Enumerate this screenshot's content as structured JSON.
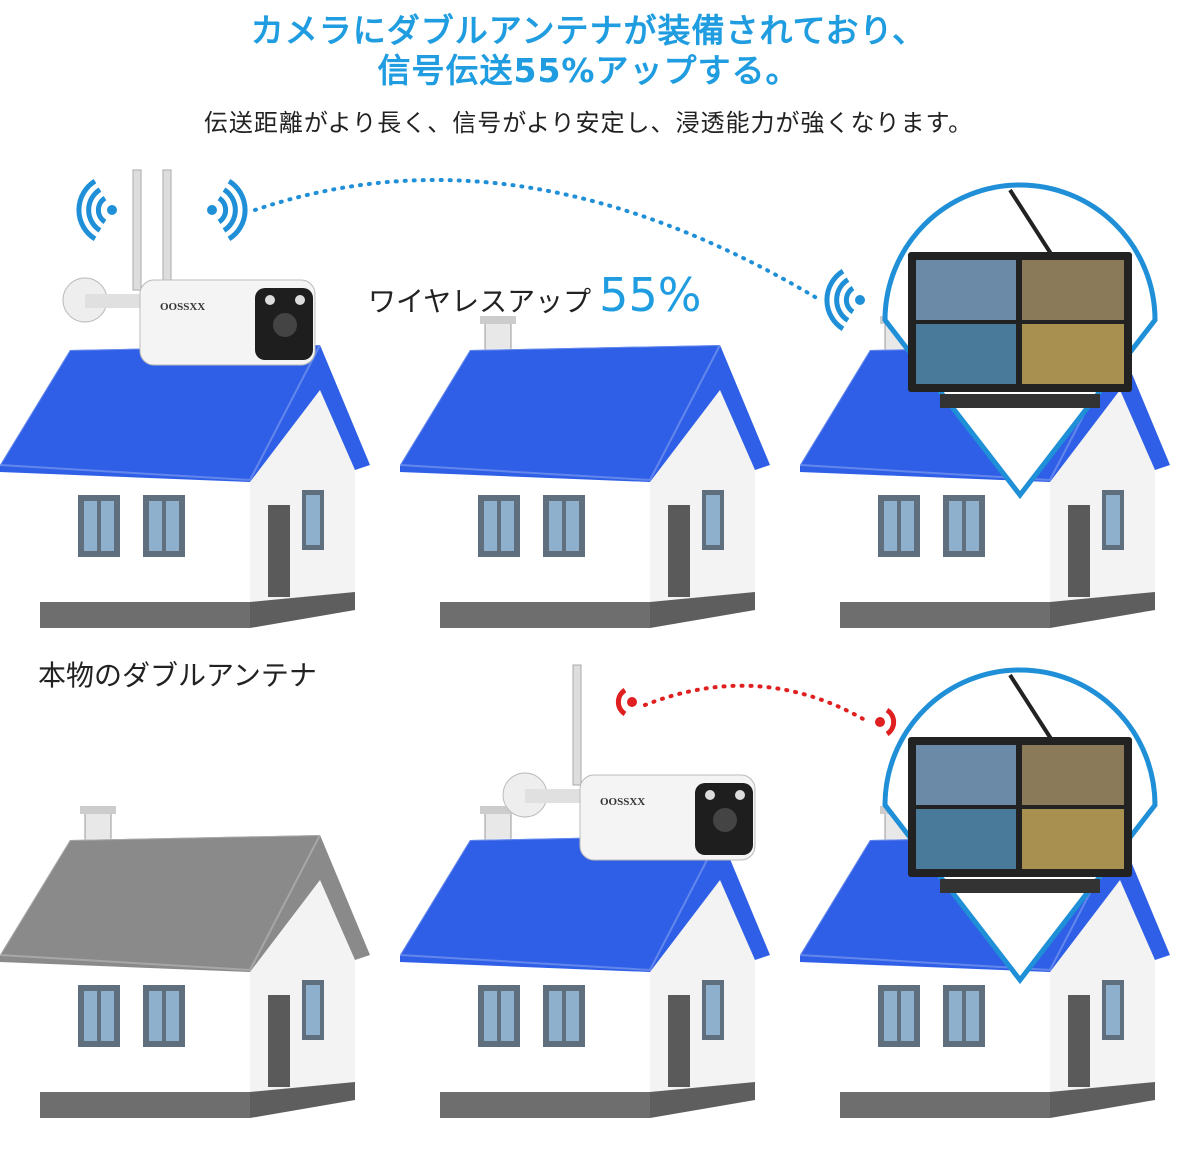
{
  "header": {
    "title_line1": "カメラにダブルアンテナが装備されており、",
    "title_line2": "信号伝送55%アップする。",
    "subtitle": "伝送距離がより長く、信号がより安定し、浸透能力が強くなります。"
  },
  "labels": {
    "wireless_up": "ワイヤレスアップ",
    "wireless_up_value": "55%",
    "double_antenna": "本物のダブルアンテナ"
  },
  "brand": "OOSSXX",
  "colors": {
    "accent": "#1f9de0",
    "roof_blue": "#2f5fe6",
    "roof_gray": "#8a8a8a",
    "signal_red": "#e02020",
    "signal_blue": "#1f8fd8"
  }
}
